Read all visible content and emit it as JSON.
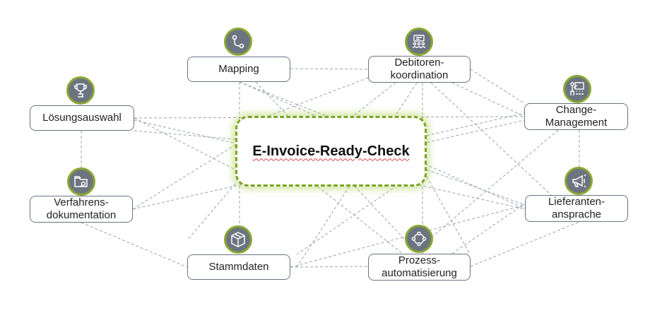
{
  "center": {
    "title": "E-Invoice-Ready-Check"
  },
  "nodes": {
    "mapping": {
      "label": "Mapping",
      "icon": "flow-nodes-icon"
    },
    "debitoren": {
      "label": "Debitoren-\nkoordination",
      "icon": "presentation-audience-icon"
    },
    "loesungsauswahl": {
      "label": "Lösungsauswahl",
      "icon": "trophy-icon"
    },
    "change": {
      "label": "Change-\nManagement",
      "icon": "teacher-board-icon"
    },
    "verfahren": {
      "label": "Verfahrens-\ndokumentation",
      "icon": "folder-search-icon"
    },
    "lieferanten": {
      "label": "Lieferanten-\nansprache",
      "icon": "megaphone-icon"
    },
    "stammdaten": {
      "label": "Stammdaten",
      "icon": "package-box-icon"
    },
    "prozess": {
      "label": "Prozess-\nautomatisierung",
      "icon": "cycle-arrows-icon"
    }
  },
  "colors": {
    "accent": "#8aa832",
    "icon_bg": "#6b7480",
    "border": "#6b7480",
    "line": "#9aa3ad"
  }
}
